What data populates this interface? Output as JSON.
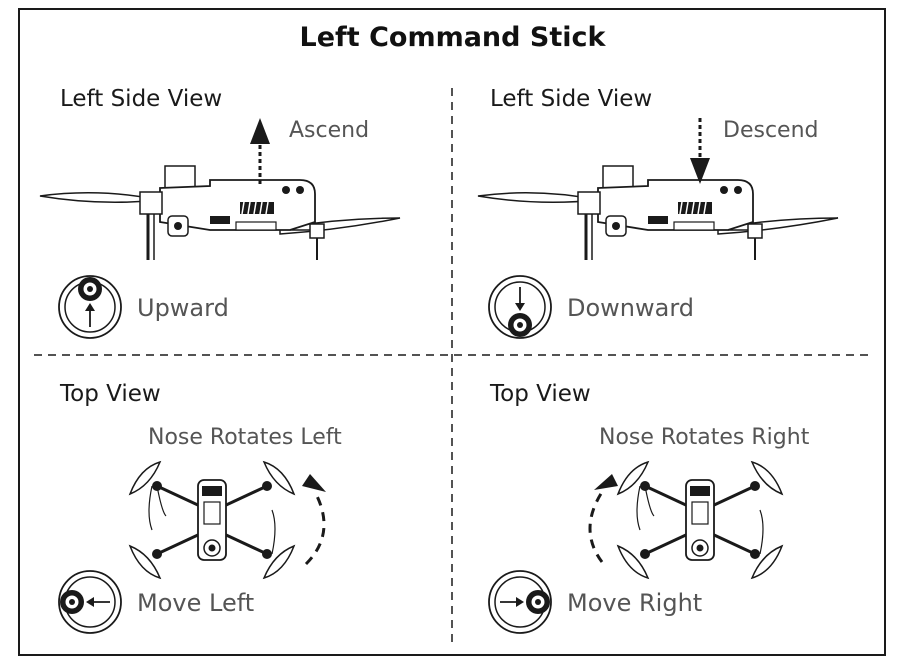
{
  "title": "Left Command Stick",
  "panels": [
    {
      "view": "Left Side View",
      "motion": "Ascend",
      "stick": "Upward"
    },
    {
      "view": "Left Side View",
      "motion": "Descend",
      "stick": "Downward"
    },
    {
      "view": "Top View",
      "motion": "Nose Rotates Left",
      "stick": "Move Left"
    },
    {
      "view": "Top View",
      "motion": "Nose Rotates Right",
      "stick": "Move Right"
    }
  ],
  "colors": {
    "line": "#1a1a1a",
    "label": "#555555",
    "background": "#ffffff"
  }
}
